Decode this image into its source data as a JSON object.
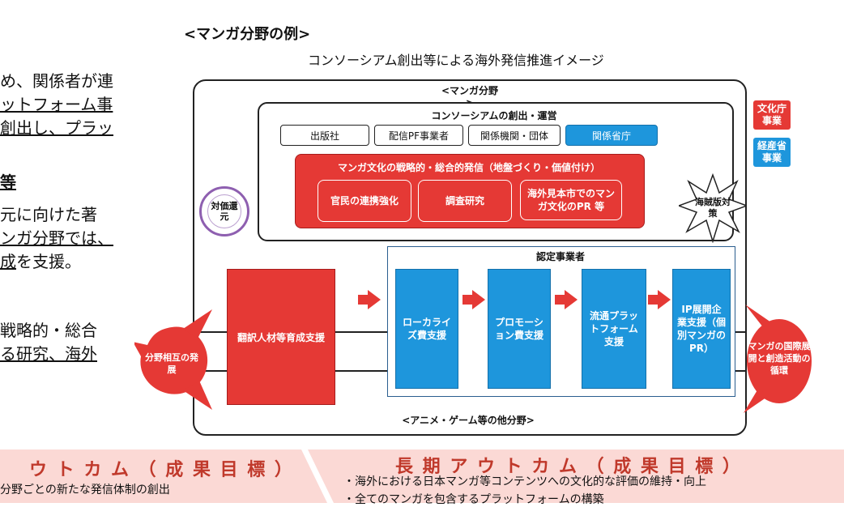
{
  "heading": "<マンガ分野の例>",
  "diagram_title": "コンソーシアム創出等による海外発信推進イメージ",
  "left_text": {
    "line1": "め、関係者が連",
    "line2": "ットフォーム事",
    "line3": "創出し、プラッ",
    "line4": "等",
    "line5": "元に向けた著",
    "line6": "ンガ分野では、",
    "line7_u": "成",
    "line7_rest": "を支援。",
    "line8": "戦略的・総合",
    "line9": "る研究、海外"
  },
  "diagram": {
    "outer_label": "<マンガ分野>",
    "inner_title": "コンソーシアムの創出・運営",
    "stakeholders": [
      "出版社",
      "配信PF事業者",
      "関係機関・団体",
      "関係省庁"
    ],
    "strategy_title": "マンガ文化の戦略的・総合的発信（地盤づくり・価値付け）",
    "strategy_items": [
      "官民の連携強化",
      "調査研究",
      "海外見本市でのマンガ文化のPR 等"
    ],
    "compensation": "対価還元",
    "piracy": "海賊版対策",
    "certified": "認定事業者",
    "translation": "翻訳人材等育成支援",
    "steps": [
      "ローカライズ費支援",
      "プロモーション費支援",
      "流通プラットフォーム支援",
      "IP展開企業支援（個別マンガのPR）"
    ],
    "bottom_label": "<アニメ・ゲーム等の他分野>",
    "left_balloon": "分野相互の発展",
    "right_balloon": "マンガの国際展開と創造活動の循環"
  },
  "legend": [
    {
      "label": "文化庁事業",
      "color": "#e53935"
    },
    {
      "label": "経産省事業",
      "color": "#1e96dc"
    }
  ],
  "bottom": {
    "mid_title": "ウ ト カ ム （ 成 果 目 標 ）",
    "mid_item": "分野ごとの新たな発信体制の創出",
    "long_title": "長 期 ア ウ ト カ ム （ 成 果 目 標 ）",
    "long_item1": "・海外における日本マンガ等コンテンツへの文化的な評価の維持・向上",
    "long_item2": "・全てのマンガを包含するプラットフォームの構築"
  }
}
